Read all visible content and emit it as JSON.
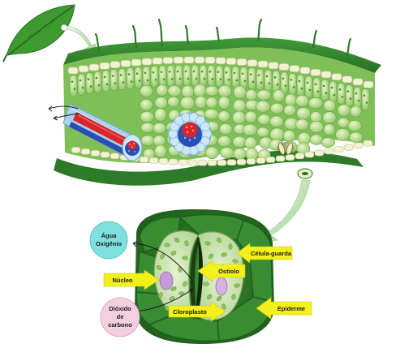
{
  "labels": {
    "agua": "Água",
    "oxigenio": "Oxigênio",
    "dioxido": "Dióxido",
    "de": "de",
    "carbono": "carbono",
    "celula_guarda": "Célula-guarda",
    "ostiolo": "Ostíolo",
    "nucleo": "Núcleo",
    "cloroplasto": "Cloroplasto",
    "epiderme": "Epiderme"
  },
  "colors": {
    "leaf_dark": "#2f7a2a",
    "leaf_mid": "#3f9a36",
    "cell_light": "#cfe8a4",
    "cell_pale": "#eef6d6",
    "xylem_red": "#d8262b",
    "phloem_blue": "#2b4fb0",
    "sheath_blue": "#a9d2ee",
    "callout_yellow": "#f3f11b",
    "bubble_cyan": "#7fe0df",
    "bubble_pink": "#f3cfe0",
    "nucleus_purple": "#c79ad8",
    "arrow_green": "#b9dfb0"
  },
  "icons": {
    "leaf": "leaf-icon"
  }
}
